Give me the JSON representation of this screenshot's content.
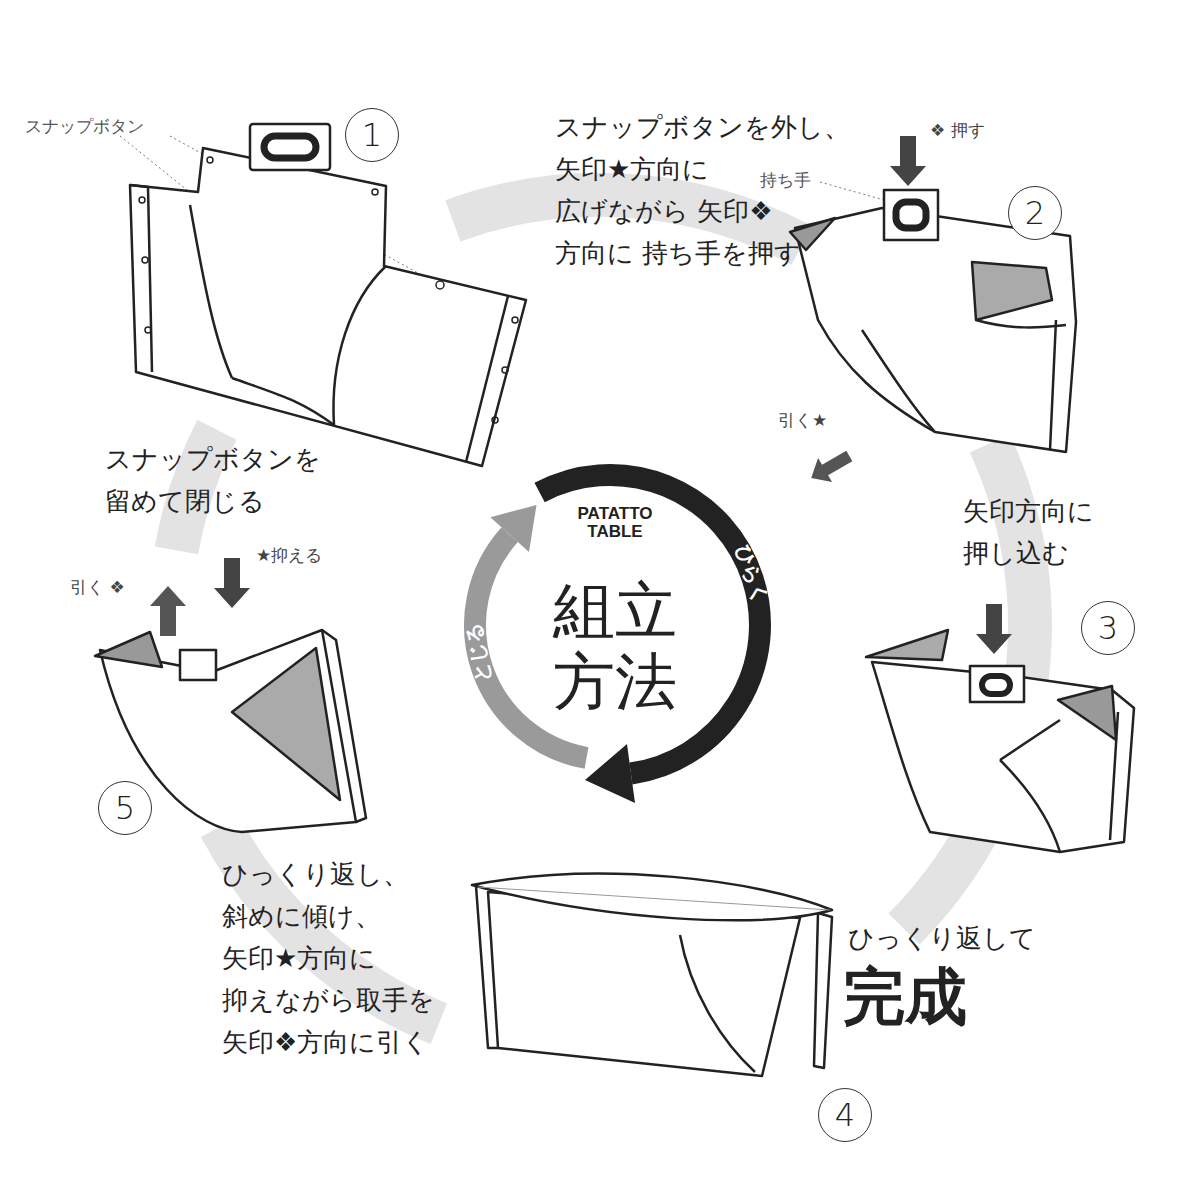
{
  "diagram": {
    "title": "組立 方法",
    "nodes": [
      {
        "text": [
          "1"
        ]
      },
      {
        "text": [
          "2"
        ]
      },
      {
        "text": [
          "3"
        ]
      },
      {
        "text": [
          "4"
        ]
      },
      {
        "text": [
          "5"
        ]
      }
    ],
    "labels": [
      "PATATTO TABLE",
      "ひらく",
      "とじる",
      "スナップボタン",
      "スナップボタンを外し、 矢印★方向に 広げながら 矢印❖方向に 持ち手を押す",
      "❖ 押す",
      "持ち手",
      "引く★",
      "矢印方向に 押し込む",
      "ひっくり返して",
      "完成",
      "ひっくり返し、 斜めに傾け、 矢印★方向に 抑えながら取手を 矢印❖方向に引く",
      "スナップボタンを 留めて閉じる",
      "★抑える",
      "引く ❖"
    ]
  }
}
